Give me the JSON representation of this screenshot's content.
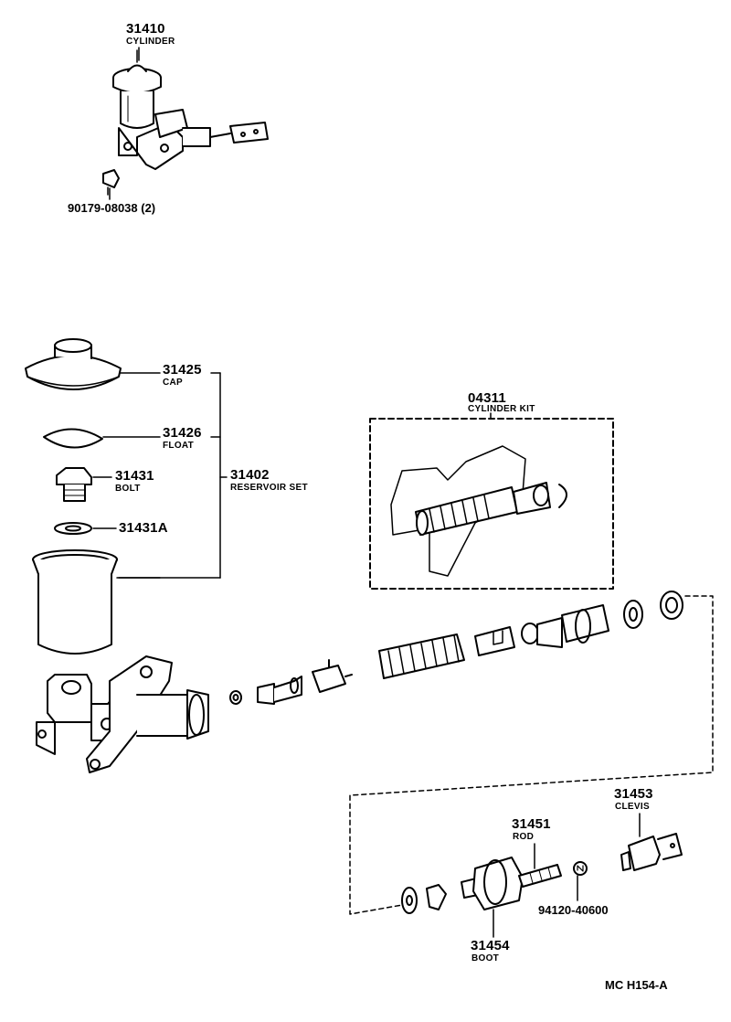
{
  "labels": {
    "p31410": {
      "number": "31410",
      "name": "CYLINDER"
    },
    "p90179": {
      "number": "90179-08038 (2)"
    },
    "p31425": {
      "number": "31425",
      "name": "CAP"
    },
    "p31426": {
      "number": "31426",
      "name": "FLOAT"
    },
    "p31431": {
      "number": "31431",
      "name": "BOLT"
    },
    "p31431A": {
      "number": "31431A"
    },
    "p31402": {
      "number": "31402",
      "name": "RESERVOIR SET"
    },
    "p04311": {
      "number": "04311",
      "name": "CYLINDER KIT"
    },
    "p31453": {
      "number": "31453",
      "name": "CLEVIS"
    },
    "p31451": {
      "number": "31451",
      "name": "ROD"
    },
    "p94120": {
      "number": "94120-40600"
    },
    "p31454": {
      "number": "31454",
      "name": "BOOT"
    }
  },
  "figure_code": "MC H154-A"
}
